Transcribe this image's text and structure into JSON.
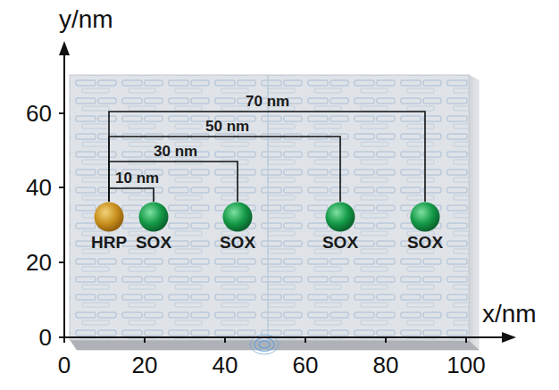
{
  "diagram": {
    "nodes": [
      {
        "text": [
          "HRP"
        ]
      },
      {
        "text": [
          "SOX"
        ]
      },
      {
        "text": [
          "SOX"
        ]
      },
      {
        "text": [
          "SOX"
        ]
      },
      {
        "text": [
          "SOX"
        ]
      }
    ],
    "edges": [
      {
        "from": 0,
        "to": 1,
        "label": "10 nm",
        "arrow": "none"
      },
      {
        "from": 0,
        "to": 2,
        "label": "30 nm",
        "arrow": "none"
      },
      {
        "from": 0,
        "to": 3,
        "label": "50 nm",
        "arrow": "none"
      },
      {
        "from": 0,
        "to": 4,
        "label": "70 nm",
        "arrow": "none"
      }
    ],
    "labels": [
      "y/nm",
      "x/nm",
      "0",
      "20",
      "40",
      "60",
      "0",
      "20",
      "40",
      "60",
      "80",
      "100"
    ]
  }
}
